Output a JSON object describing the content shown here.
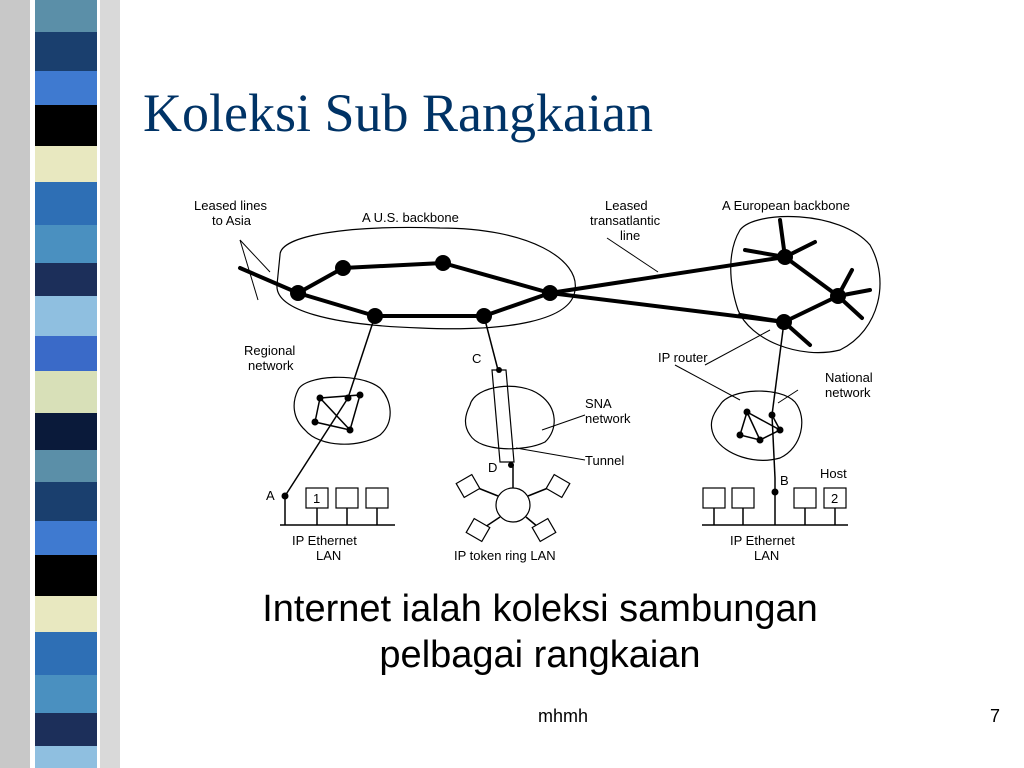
{
  "slide": {
    "title": "Koleksi Sub Rangkaian",
    "caption_line1": "Internet ialah koleksi sambungan",
    "caption_line2": "pelbagai rangkaian",
    "footer": "mhmh",
    "page_number": "7"
  },
  "diagram": {
    "labels": {
      "leased_asia_1": "Leased lines",
      "leased_asia_2": "to Asia",
      "us_backbone": "A U.S. backbone",
      "transatlantic_1": "Leased",
      "transatlantic_2": "transatlantic",
      "transatlantic_3": "line",
      "european_backbone": "A European backbone",
      "regional_1": "Regional",
      "regional_2": "network",
      "c": "C",
      "sna_1": "SNA",
      "sna_2": "network",
      "ip_router": "IP router",
      "national_1": "National",
      "national_2": "network",
      "d": "D",
      "tunnel": "Tunnel",
      "a": "A",
      "host_1": "1",
      "b": "B",
      "host": "Host",
      "host_2": "2",
      "eth_left_1": "IP Ethernet",
      "eth_left_2": "LAN",
      "token_ring": "IP token ring LAN",
      "eth_right_1": "IP Ethernet",
      "eth_right_2": "LAN"
    }
  },
  "colors": {
    "title": "#003366",
    "sidebar": [
      "#5b8fa8",
      "#1a3f6e",
      "#3f7ad0",
      "#000000",
      "#e8e8c0",
      "#2e6fb5",
      "#4a90c0",
      "#1c2f5a",
      "#8fbfe0",
      "#3a6ac8",
      "#d8e0b8",
      "#0a1a3a"
    ]
  }
}
